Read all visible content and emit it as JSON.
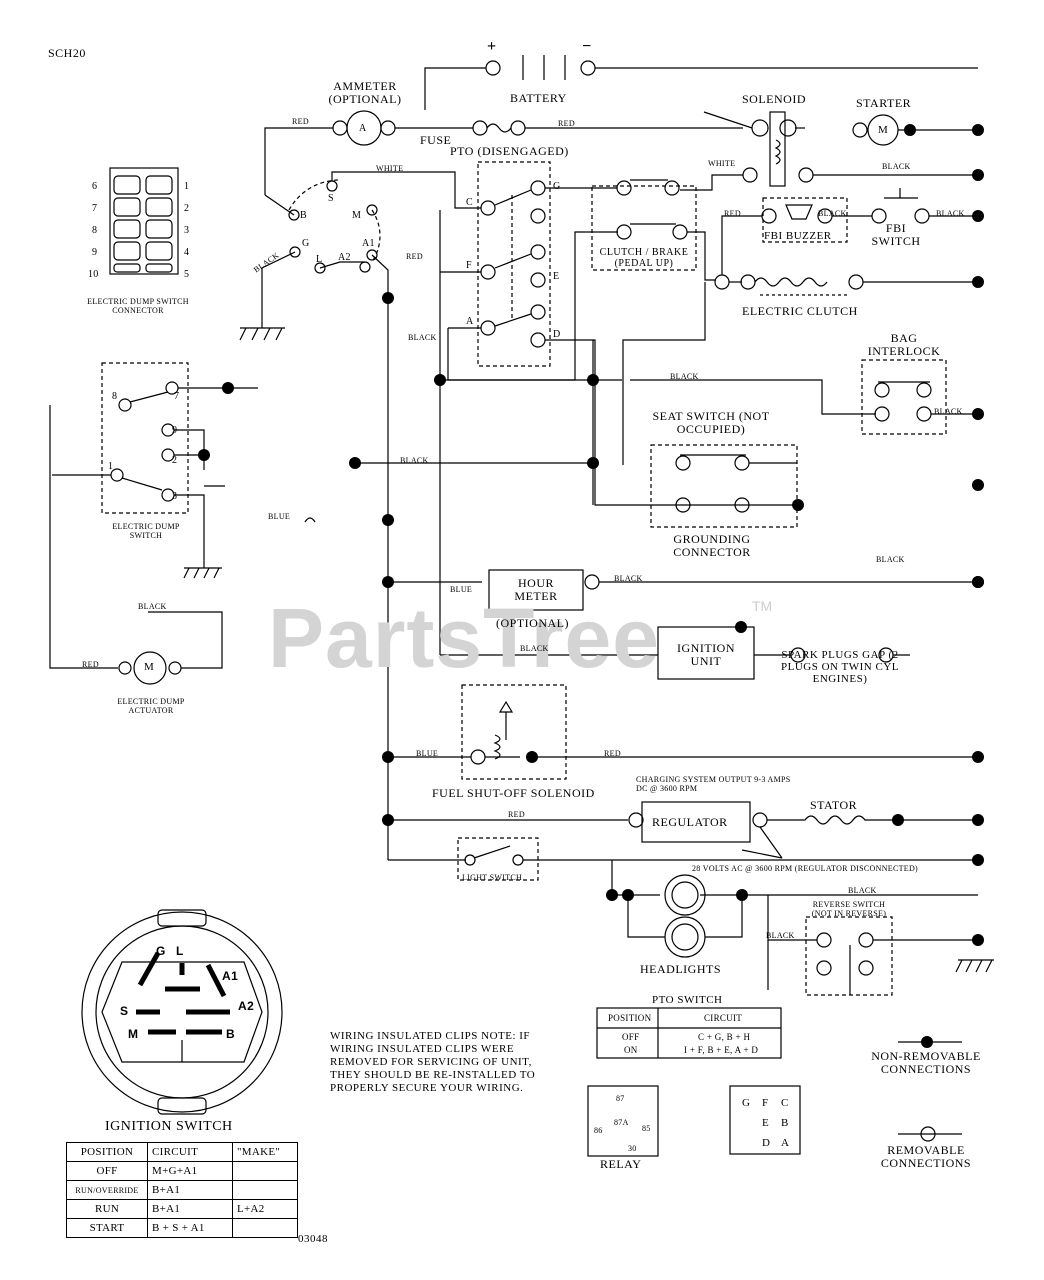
{
  "diagram_code": "SCH20",
  "drawing_number": "03048",
  "watermark": "PartsTree",
  "watermark_mark": "TM",
  "components": {
    "ammeter": "AMMETER (OPTIONAL)",
    "ammeter_symbol": "A",
    "battery": "BATTERY",
    "battery_plus": "+",
    "battery_minus": "−",
    "fuse": "FUSE",
    "solenoid": "SOLENOID",
    "starter": "STARTER",
    "motor_symbol": "M",
    "pto": "PTO (DISENGAGED)",
    "clutch_brake": "CLUTCH / BRAKE (PEDAL UP)",
    "fbi_buzzer": "FBI BUZZER",
    "fbi_switch": "FBI SWITCH",
    "electric_clutch": "ELECTRIC CLUTCH",
    "bag_interlock": "BAG INTERLOCK",
    "seat_switch": "SEAT SWITCH (NOT OCCUPIED)",
    "grounding_connector": "GROUNDING CONNECTOR",
    "hour_meter": "HOUR METER",
    "hour_meter_optional": "(OPTIONAL)",
    "ignition_unit": "IGNITION UNIT",
    "spark_plugs": "SPARK PLUGS GAP (2 PLUGS ON TWIN CYL ENGINES)",
    "fuel_shutoff": "FUEL SHUT-OFF SOLENOID",
    "charging_output": "CHARGING SYSTEM OUTPUT 9-3 AMPS DC @ 3600 RPM",
    "regulator": "REGULATOR",
    "stator": "STATOR",
    "regulator_disconnected": "28 VOLTS AC @ 3600 RPM (REGULATOR DISCONNECTED)",
    "light_switch": "LIGHT SWITCH",
    "headlights": "HEADLIGHTS",
    "reverse_switch": "REVERSE SWITCH (NOT IN REVERSE)",
    "electric_dump_connector": "ELECTRIC DUMP SWITCH CONNECTOR",
    "electric_dump_switch": "ELECTRIC DUMP SWITCH",
    "electric_dump_actuator": "ELECTRIC DUMP ACTUATOR",
    "ignition_switch": "IGNITION SWITCH",
    "relay": "RELAY",
    "non_removable": "NON-REMOVABLE CONNECTIONS",
    "removable": "REMOVABLE CONNECTIONS"
  },
  "wire_colors": {
    "red": "RED",
    "white": "WHITE",
    "black": "BLACK",
    "blue": "BLUE",
    "ammeter_red": "RED",
    "fuse_red": "RED",
    "pto_red": "RED",
    "buzzer_red": "RED",
    "act_red": "RED",
    "fuel_red": "RED",
    "reg_red": "RED",
    "w_black1": "BLACK",
    "w_black2": "BLACK",
    "w_black3": "BLACK",
    "w_black4": "BLACK",
    "w_black5": "BLACK",
    "w_black6": "BLACK",
    "w_black7": "BLACK",
    "w_black8": "BLACK",
    "w_black9": "BLACK",
    "w_black10": "BLACK",
    "w_black11": "BLACK",
    "w_black12": "BLACK",
    "w_black13": "BLACK",
    "w_black14": "BLACK",
    "w_blue2": "BLUE",
    "w_blue3": "BLUE",
    "w_blue1": "BLUE",
    "w_white2": "WHITE"
  },
  "terminals": {
    "ign": [
      "B",
      "S",
      "M",
      "G",
      "L",
      "A2",
      "A1"
    ],
    "pto": [
      "G",
      "C",
      "F",
      "E",
      "A",
      "D"
    ],
    "conn_left": [
      "6",
      "7",
      "8",
      "9",
      "10"
    ],
    "conn_right": [
      "1",
      "2",
      "3",
      "4",
      "5"
    ],
    "dump": [
      "8",
      "7",
      "9",
      "2",
      "1",
      "3"
    ],
    "relay": [
      "87",
      "87A",
      "86",
      "85",
      "30"
    ],
    "pto_grid": [
      "G",
      "F",
      "C",
      "E",
      "B",
      "D",
      "A"
    ],
    "ign_face": [
      "G",
      "L",
      "A1",
      "S",
      "A2",
      "M",
      "B"
    ]
  },
  "ignition_table": {
    "headers": [
      "POSITION",
      "CIRCUIT",
      "\"MAKE\""
    ],
    "rows": [
      [
        "OFF",
        "M+G+A1",
        ""
      ],
      [
        "RUN/OVERRIDE",
        "B+A1",
        ""
      ],
      [
        "RUN",
        "B+A1",
        "L+A2"
      ],
      [
        "START",
        "B + S + A1",
        ""
      ]
    ]
  },
  "pto_table": {
    "title": "PTO SWITCH",
    "headers": [
      "POSITION",
      "CIRCUIT"
    ],
    "rows": [
      [
        "OFF",
        "C + G, B + H"
      ],
      [
        "ON",
        "I + F, B + E, A + D"
      ]
    ]
  },
  "note": "WIRING INSULATED CLIPS NOTE: IF WIRING INSULATED CLIPS WERE REMOVED FOR SERVICING OF UNIT, THEY SHOULD BE RE-INSTALLED TO PROPERLY SECURE YOUR WIRING."
}
